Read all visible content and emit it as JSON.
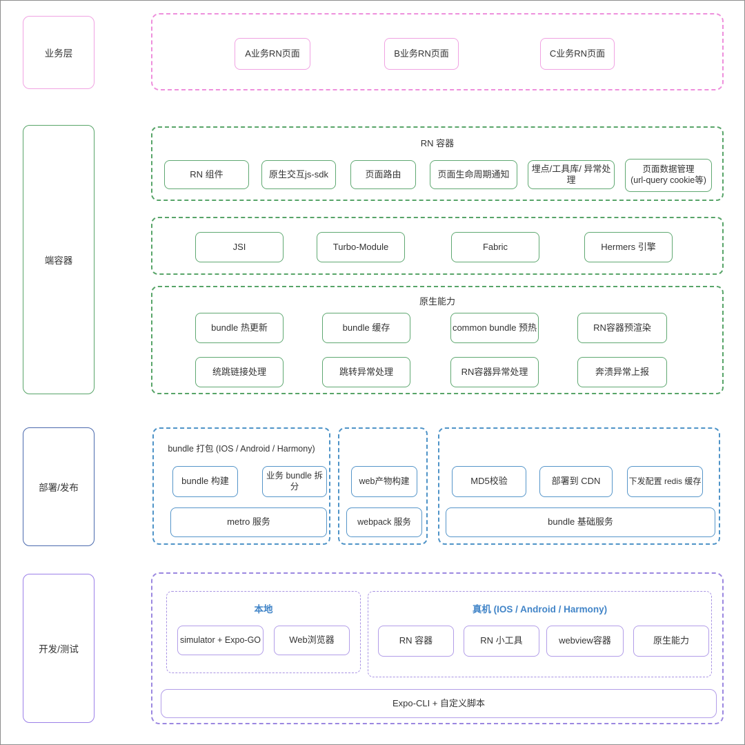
{
  "colors": {
    "pink": "#ee8fdc",
    "green": "#57a468",
    "blue_dark": "#4a69ad",
    "blue": "#4e93c7",
    "purple": "#9b87e0",
    "title_blue": "#4285c8"
  },
  "business": {
    "label": "业务层",
    "boxes": [
      "A业务RN页面",
      "B业务RN页面",
      "C业务RN页面"
    ]
  },
  "client": {
    "label": "端容器",
    "rn_container": {
      "title": "RN 容器",
      "boxes": [
        "RN 组件",
        "原生交互js-sdk",
        "页面路由",
        "页面生命周期通知",
        "埋点/工具库/ 异常处理"
      ],
      "data_box": {
        "line1": "页面数据管理",
        "line2": "(url-query  cookie等)"
      }
    },
    "runtime": {
      "boxes": [
        "JSI",
        "Turbo-Module",
        "Fabric",
        "Hermers 引擎"
      ]
    },
    "native": {
      "title": "原生能力",
      "row1": [
        "bundle 热更新",
        "bundle 缓存",
        "common bundle 预热",
        "RN容器预渲染"
      ],
      "row2": [
        "统跳链接处理",
        "跳转异常处理",
        "RN容器异常处理",
        "奔溃异常上报"
      ]
    }
  },
  "deploy": {
    "label": "部署/发布",
    "bundle_pack": {
      "title": "bundle 打包  (IOS / Android / Harmony)",
      "boxes": [
        "bundle 构建",
        "业务 bundle 拆分"
      ],
      "wide_box": "metro 服务"
    },
    "web_build": {
      "boxes": [
        "web产物构建"
      ],
      "wide_box": "webpack 服务"
    },
    "publish": {
      "boxes": [
        "MD5校验",
        "部署到 CDN",
        "下发配置 redis 缓存"
      ],
      "wide_box": "bundle 基础服务"
    }
  },
  "devtest": {
    "label": "开发/测试",
    "local": {
      "title": "本地",
      "boxes": [
        "simulator + Expo-GO",
        "Web浏览器"
      ]
    },
    "device": {
      "title": "真机 (IOS / Android / Harmony)",
      "boxes": [
        "RN 容器",
        "RN 小工具",
        "webview容器",
        "原生能力"
      ]
    },
    "bottom_bar": "Expo-CLI + 自定义脚本"
  }
}
